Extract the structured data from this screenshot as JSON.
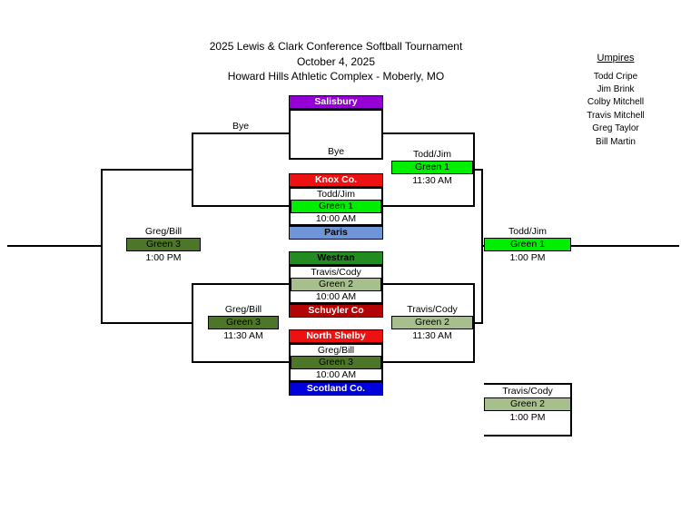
{
  "header": {
    "title": "2025 Lewis & Clark Conference Softball Tournament",
    "date": "October 4, 2025",
    "venue": "Howard Hills Athletic Complex - Moberly, MO"
  },
  "umpires": {
    "heading": "Umpires",
    "names": [
      "Todd Cripe",
      "Jim Brink",
      "Colby Mitchell",
      "Travis Mitchell",
      "Greg Taylor",
      "Bill Martin"
    ]
  },
  "bracket": {
    "bye_label": "Bye",
    "game1": {
      "team_top": "Salisbury",
      "bye": "Bye"
    },
    "game2": {
      "team_top": "Knox Co.",
      "umpires": "Todd/Jim",
      "field": "Green 1",
      "time": "10:00 AM",
      "team_bottom": "Paris"
    },
    "game3": {
      "team_top": "Westran",
      "umpires": "Travis/Cody",
      "field": "Green 2",
      "time": "10:00 AM",
      "team_bottom": "Schuyler Co"
    },
    "game4": {
      "team_top": "North Shelby",
      "umpires": "Greg/Bill",
      "field": "Green 3",
      "time": "10:00 AM",
      "team_bottom": "Scotland Co."
    },
    "semifinal1": {
      "umpires": "Todd/Jim",
      "field": "Green 1",
      "time": "11:30 AM"
    },
    "semifinal2": {
      "umpires": "Travis/Cody",
      "field": "Green 2",
      "time": "11:30 AM"
    },
    "consolation_semifinal": {
      "umpires": "Greg/Bill",
      "field": "Green 3",
      "time": "11:30 AM"
    },
    "championship": {
      "umpires": "Todd/Jim",
      "field": "Green 1",
      "time": "1:00 PM"
    },
    "consolation_final": {
      "umpires": "Greg/Bill",
      "field": "Green 3",
      "time": "1:00 PM"
    },
    "third_place": {
      "umpires": "Travis/Cody",
      "field": "Green 2",
      "time": "1:00 PM"
    }
  },
  "colors": {
    "salisbury": "#9400d3",
    "knox": "#ee1111",
    "paris": "#6e95d5",
    "westran": "#228b22",
    "schuyler": "#b30505",
    "north_shelby": "#ee1111",
    "scotland": "#0000dd",
    "green1": "#00ee00",
    "green2": "#a6bf8d",
    "green3": "#4e7628"
  }
}
